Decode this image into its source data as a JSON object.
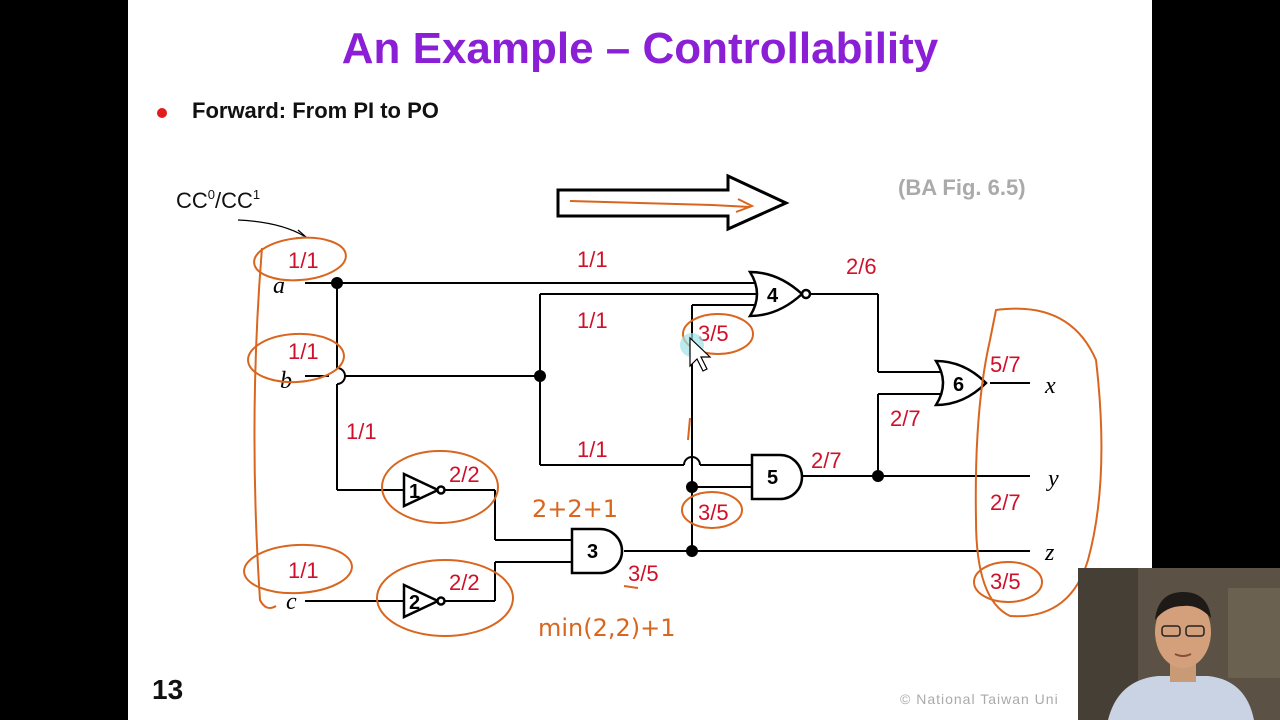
{
  "slide": {
    "title": "An Example – Controllability",
    "title_color": "#8b1fd6",
    "bullet": "Forward: From PI to PO",
    "figure_ref": "(BA Fig. 6.5)",
    "page_number": "13",
    "copyright": "© National  Taiwan  Uni",
    "legend_label": "CC",
    "legend_sup0": "0",
    "legend_sep": "/CC",
    "legend_sup1": "1"
  },
  "colors": {
    "red_label": "#d0102a",
    "annotation": "#d9661f",
    "wire": "#000000"
  },
  "inputs": {
    "a": "a",
    "b": "b",
    "c": "c"
  },
  "outputs": {
    "x": "x",
    "y": "y",
    "z": "z"
  },
  "gates": {
    "g1": "1",
    "g2": "2",
    "g3": "3",
    "g4": "4",
    "g5": "5",
    "g6": "6"
  },
  "labels": {
    "a_cc": "1/1",
    "b_cc": "1/1",
    "c_cc": "1/1",
    "a_to_g4": "1/1",
    "b_to_g4": "1/1",
    "b_to_g5": "1/1",
    "a_to_g1": "1/1",
    "g1_out": "2/2",
    "g2_out": "2/2",
    "g3_out": "3/5",
    "g3_to_g4": "3/5",
    "g3_to_g5": "3/5",
    "g4_out": "2/6",
    "g5_out": "2/7",
    "g5_to_g6": "2/7",
    "x_out": "5/7",
    "y_out": "2/7",
    "z_out": "3/5"
  },
  "handwriting": {
    "sum": "2+2+1",
    "min": "min(2,2)+1"
  },
  "webcam": {
    "icon": "presenter-video"
  }
}
